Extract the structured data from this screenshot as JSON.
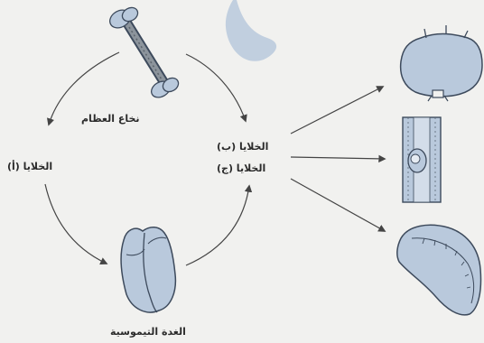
{
  "labels": {
    "bone_marrow": "نخاع العظام",
    "cells_a": "الخلايا (أ)",
    "cells_b": "الخلايا (ب)",
    "cells_c": "الخلايا (ج)",
    "thymus": "الغدة التيموسية"
  },
  "colors": {
    "background": "#f1f1ef",
    "organ_fill": "#b9c9dc",
    "organ_stroke": "#3d4a5c",
    "arrow": "#444444",
    "text": "#2b2b2b"
  }
}
